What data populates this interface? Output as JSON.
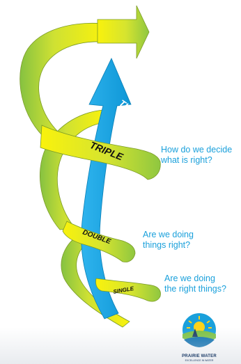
{
  "colors": {
    "ribbon_light": "#f7f10f",
    "ribbon_mid": "#c4dd35",
    "ribbon_dark": "#8ec63f",
    "ribbon_edge": "#6f8f22",
    "arrow": "#12a4e6",
    "arrow_edge": "#0a7fb6",
    "question_text": "#1aa0db",
    "label_text": "#111111",
    "logo_text": "#1a3a66"
  },
  "diagram": {
    "arrow_label": "TIME",
    "loops": [
      {
        "label": "TRIPLE",
        "question_line1": "How do we decide",
        "question_line2": "what is right?"
      },
      {
        "label": "DOUBLE",
        "question_line1": "Are we doing",
        "question_line2": "things right?"
      },
      {
        "label": "SINGLE",
        "question_line1": "Are we doing",
        "question_line2": "the right things?"
      }
    ]
  },
  "logo": {
    "name": "PRAIRIE WATER",
    "subtitle": "EXCELLENCE IN WATER"
  }
}
